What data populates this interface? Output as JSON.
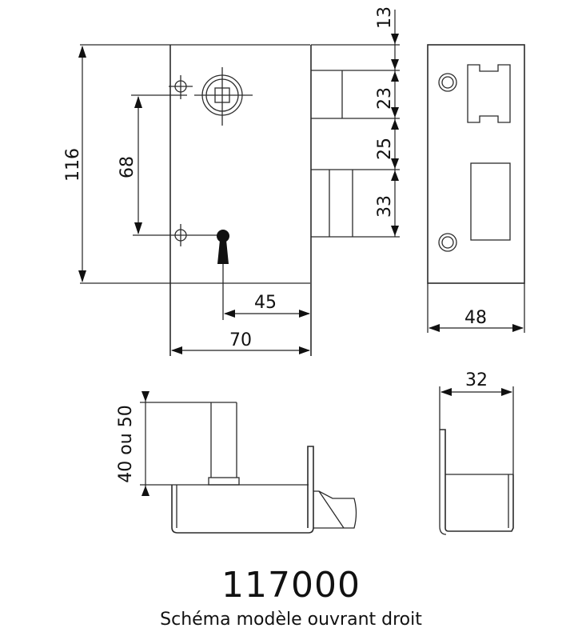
{
  "title": {
    "model_number": "117000",
    "caption": "Schéma modèle ouvrant droit"
  },
  "dimensions": {
    "front_view": {
      "overall_height": "116",
      "fixing_hole_spacing": "68",
      "keyhole_to_edge": "45",
      "case_width": "70"
    },
    "bolt_spacing": {
      "top_offset": "13",
      "latch_height": "23",
      "gap": "25",
      "deadbolt_height": "33"
    },
    "strike_plate": {
      "width": "48"
    },
    "side_view": {
      "depth": "40 ou 50"
    },
    "end_view": {
      "width": "32"
    }
  },
  "colors": {
    "line": "#2b2b2b",
    "text": "#111111",
    "background": "#ffffff"
  }
}
